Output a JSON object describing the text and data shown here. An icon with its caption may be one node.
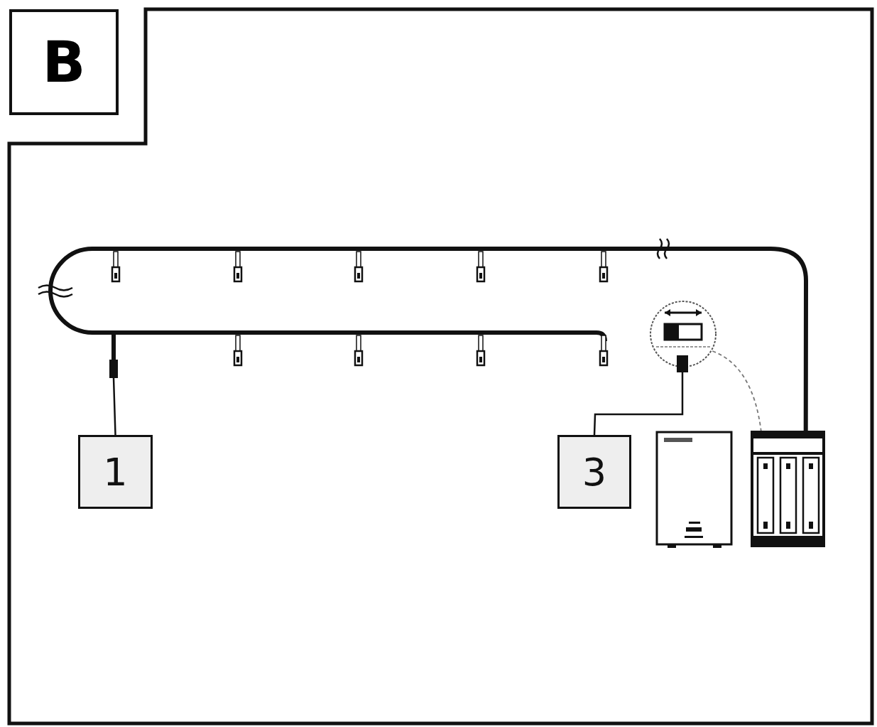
{
  "diagram": {
    "nodes": [
      {
        "text": [
          "1"
        ]
      },
      {
        "text": [],
        "shape": "box"
      },
      {
        "text": [
          "3"
        ]
      },
      {
        "text": [],
        "shape": "circle"
      },
      {
        "text": [],
        "shape": "box",
        "in": 3
      },
      {
        "text": [],
        "shape": "box"
      }
    ],
    "edges": [
      {
        "from": 0,
        "to": 1,
        "arrow": "none"
      },
      {
        "from": 2,
        "to": 4,
        "arrow": "none"
      },
      {
        "from": 3,
        "to": 5,
        "arrow": "none",
        "style": "dashed",
        "color": "#777777"
      },
      {
        "from": 1,
        "to": 5,
        "arrow": "none",
        "style": "thick"
      }
    ],
    "labels": [
      "B"
    ]
  }
}
